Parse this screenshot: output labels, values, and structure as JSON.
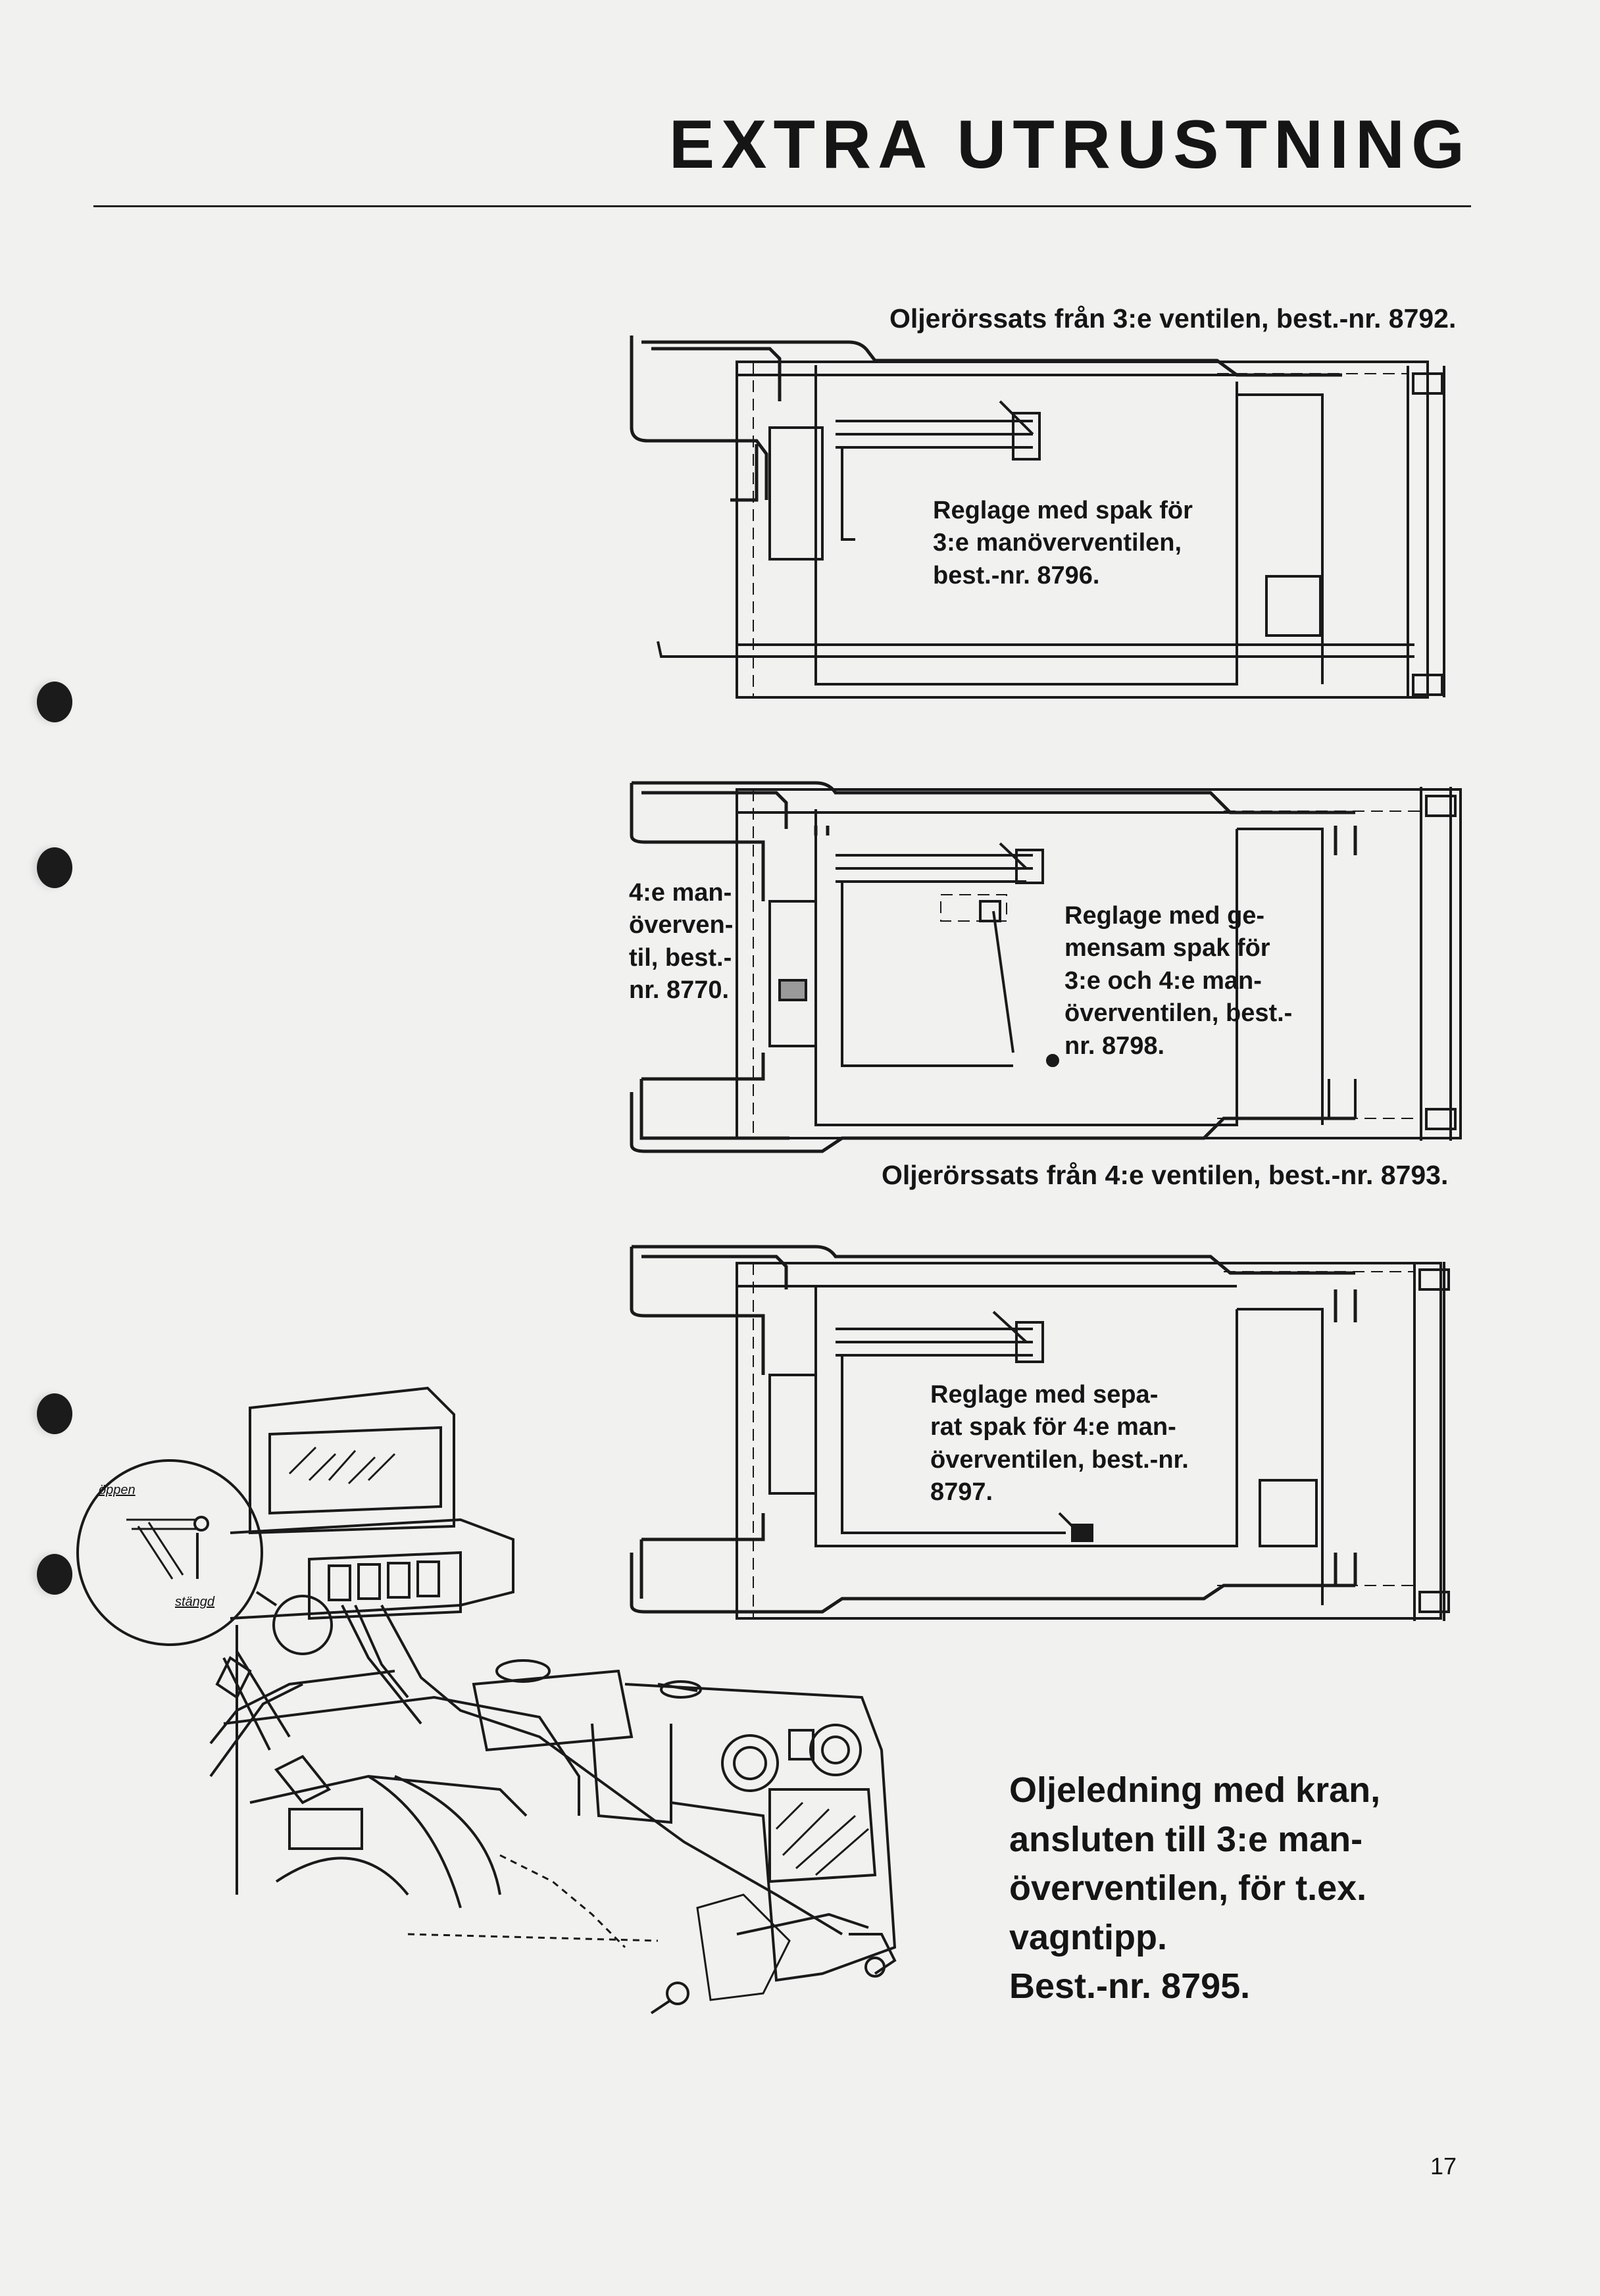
{
  "page": {
    "title": "EXTRA UTRUSTNING",
    "page_number": "17"
  },
  "figures": {
    "kit_3rd_valve": "Oljerörssats från 3:e ventilen, best.-nr. 8792.",
    "lever_3rd_valve": [
      "Reglage med spak för",
      "3:e manöverventilen,",
      "best.-nr. 8796."
    ],
    "fourth_valve": [
      "4:e man-",
      "överven-",
      "til, best.-",
      "nr. 8770."
    ],
    "common_lever": [
      "Reglage med ge-",
      "mensam spak för",
      "3:e och 4:e man-",
      "överventilen, best.-",
      "nr. 8798."
    ],
    "kit_4th_valve": "Oljerörssats från 4:e ventilen, best.-nr. 8793.",
    "separate_lever": [
      "Reglage med sepa-",
      "rat spak för 4:e man-",
      "överventilen, best.-nr.",
      "8797."
    ],
    "tractor_detail": {
      "open_label": "öppen",
      "closed_label": "stängd"
    },
    "oil_line": [
      "Oljeledning med kran,",
      "ansluten till 3:e man-",
      "överventilen, för t.ex.",
      "vagntipp.",
      "Best.-nr. 8795."
    ]
  }
}
